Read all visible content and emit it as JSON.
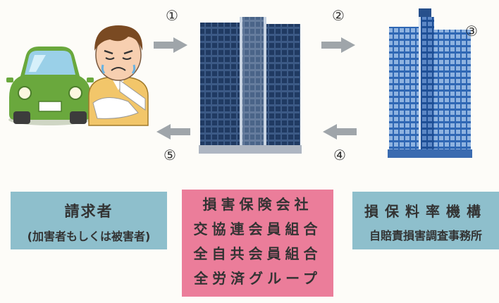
{
  "steps": {
    "s1": "①",
    "s2": "②",
    "s3": "③",
    "s4": "④",
    "s5": "⑤"
  },
  "claimant": {
    "title": "請求者",
    "subtitle": "(加害者もしくは被害者)"
  },
  "insurers": {
    "lines": [
      "損害保険会社",
      "交協連会員組合",
      "全自共会員組合",
      "全労済グループ"
    ]
  },
  "rating_org": {
    "title": "損保料率機構",
    "subtitle": "自賠責損害調査事務所"
  },
  "colors": {
    "blue_box": "#8ebfcc",
    "pink_box": "#eb7d9a",
    "arrow": "#9fa5aa"
  }
}
